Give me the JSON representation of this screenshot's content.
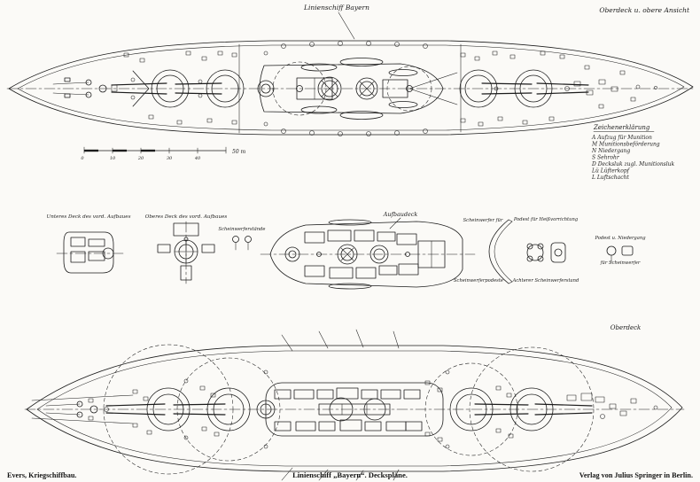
{
  "page": {
    "title_top": "Linienschiff Bayern",
    "label_top_right": "Oberdeck u. obere Ansicht",
    "label_bottom_plan": "Oberdeck",
    "footer_left": "Evers, Kriegschiffbau.",
    "footer_center": "Linienschiff „Bayern“. Deckspläne.",
    "footer_right": "Verlag von Julius Springer in Berlin."
  },
  "scale_bar": {
    "ticks": [
      "0",
      "10",
      "20",
      "30",
      "40",
      "50"
    ],
    "unit_label": "50 m"
  },
  "legend": {
    "title": "Zeichenerklärung",
    "items": [
      "A  Aufzug für Munition",
      "M  Munitionsbeförderung",
      "N  Niedergang",
      "S  Sehrohr",
      "D  Decksluk zugl. Munitionsluk",
      "Lü Lüfterkopf",
      "L  Luftschacht"
    ]
  },
  "middle": {
    "label_unteres_deck": "Unteres Deck des vord. Aufbaues",
    "label_oberes_deck": "Oberes Deck des vord. Aufbaues",
    "label_scheinwerfer_staende": "Scheinwerferstände",
    "label_aufbaudeck": "Aufbaudeck",
    "label_scheinwerfer_fuer": "Scheinwerfer für",
    "label_podest_heiss": "Podest für Heißvorrichtung",
    "label_podeste_links": "Scheinwerferpodeste",
    "label_podeste_rechts": "Achterer Scheinwerferstand",
    "label_podest_niedergang": "Podest u. Niedergang",
    "label_fuer_scheinwerfer": "für Scheinwerfer"
  }
}
